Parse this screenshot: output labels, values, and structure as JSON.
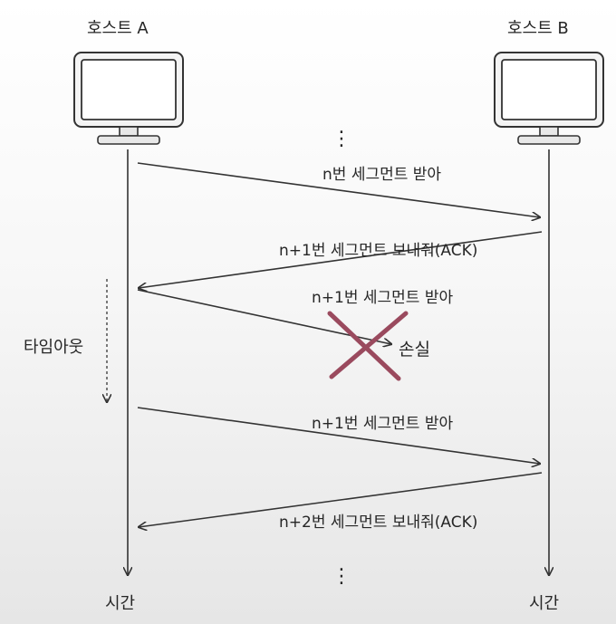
{
  "hosts": {
    "a": {
      "label": "호스트 A",
      "time_label": "시간"
    },
    "b": {
      "label": "호스트 B",
      "time_label": "시간"
    }
  },
  "ellipsis": "⋮",
  "timeout_label": "타임아웃",
  "lost_label": "손실",
  "lost_mark_color": "#9a4a5e",
  "messages": [
    {
      "label": "n번 세그먼트 받아",
      "direction": "A→B"
    },
    {
      "label": "n+1번 세그먼트 보내줘(ACK)",
      "direction": "B→A"
    },
    {
      "label": "n+1번 세그먼트 받아",
      "direction": "A→B",
      "status": "lost"
    },
    {
      "label": "n+1번 세그먼트 받아",
      "direction": "A→B"
    },
    {
      "label": "n+2번 세그먼트 보내줘(ACK)",
      "direction": "B→A"
    }
  ]
}
